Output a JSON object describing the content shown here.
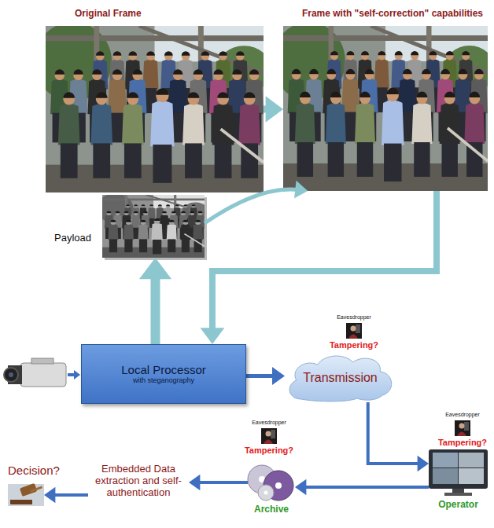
{
  "diagram": {
    "nodes": [
      {
        "text": [
          "Original Frame"
        ]
      },
      {
        "text": [
          "Frame with \"self-correction\" capabilities"
        ]
      },
      {
        "text": [
          "Payload"
        ]
      },
      {
        "text": [
          "Local Processor",
          "with steganography"
        ]
      },
      {
        "text": [
          "Transmission"
        ]
      },
      {
        "text": [
          "Operator"
        ]
      },
      {
        "text": [
          "Archive"
        ]
      },
      {
        "text": [
          "Embedded Data extraction and self-authentication"
        ]
      },
      {
        "text": [
          "Decision?"
        ]
      }
    ],
    "edges": [
      {
        "from": 0,
        "to": 1,
        "arrow": "to"
      },
      {
        "from": 2,
        "to": 1,
        "arrow": "to"
      },
      {
        "from": 3,
        "to": 2,
        "arrow": "to"
      },
      {
        "from": 1,
        "to": 3,
        "arrow": "to"
      },
      {
        "from": 3,
        "to": 4,
        "arrow": "to"
      },
      {
        "from": 4,
        "to": 5,
        "arrow": "to"
      },
      {
        "from": 5,
        "to": 6,
        "arrow": "to"
      },
      {
        "from": 6,
        "to": 7,
        "arrow": "to"
      },
      {
        "from": 7,
        "to": 8,
        "arrow": "to"
      }
    ],
    "labels": [
      "Eavesdropper",
      "Tampering?",
      "Eavesdropper",
      "Tampering?",
      "Eavesdropper",
      "Tampering?"
    ]
  }
}
